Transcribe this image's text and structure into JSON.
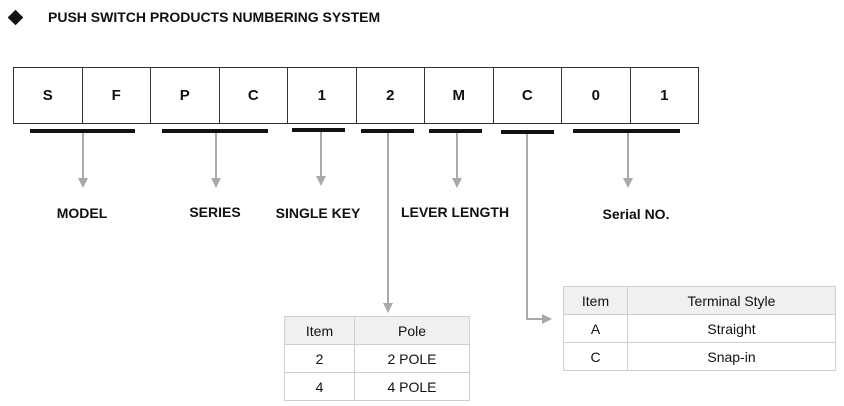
{
  "header": {
    "bullet_icon": "diamond-icon",
    "title": "PUSH SWITCH PRODUCTS NUMBERING SYSTEM"
  },
  "code_cells": [
    "S",
    "F",
    "P",
    "C",
    "1",
    "2",
    "M",
    "C",
    "0",
    "1"
  ],
  "segments": {
    "model": "MODEL",
    "series": "SERIES",
    "single_key": "SINGLE KEY",
    "lever_length": "LEVER LENGTH",
    "serial_no": "Serial NO."
  },
  "pole_table": {
    "headers": [
      "Item",
      "Pole"
    ],
    "rows": [
      [
        "2",
        "2 POLE"
      ],
      [
        "4",
        "4 POLE"
      ]
    ]
  },
  "terminal_table": {
    "headers": [
      "Item",
      "Terminal Style"
    ],
    "rows": [
      [
        "A",
        "Straight"
      ],
      [
        "C",
        "Snap-in"
      ]
    ]
  },
  "colors": {
    "arrow": "#a9a9a9",
    "underline": "#111111"
  }
}
